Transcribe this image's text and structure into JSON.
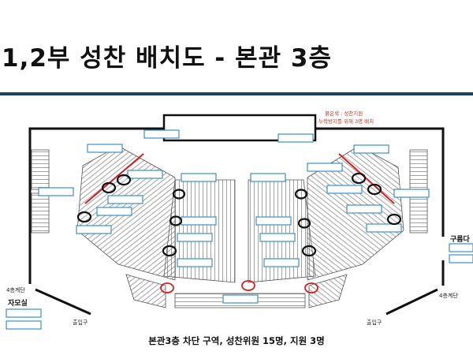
{
  "title": "1,2부 성찬 배치도 - 본관 3층",
  "legend": {
    "line1": "붉은색 : 성찬지원",
    "line2": "누락방지를 위해 3명 배치"
  },
  "labels": {
    "stairs_left": "4층계단",
    "stairs_right": "4층계단",
    "exit_left": "출입구",
    "exit_right": "출입구",
    "room_left": "자모실",
    "room_right": "구름다"
  },
  "caption": "본관3층 차단 구역, 성찬위원 15명, 지원 3명",
  "colors": {
    "rule": "#1f3f66",
    "support": "#d62020",
    "box": "#3d8fc6",
    "wall": "#111111"
  }
}
